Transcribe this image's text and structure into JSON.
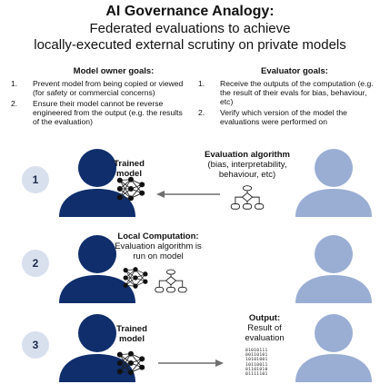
{
  "title": {
    "line1": "AI Governance Analogy:",
    "line2": "Federated evaluations to achieve",
    "line3": "locally-executed external scrutiny on private models"
  },
  "owner_goals": {
    "heading": "Model owner goals:",
    "items": [
      "Prevent model from being copied or viewed (for safety or commercial concerns)",
      "Ensure their model cannot be reverse engineered from the output (e.g. the results of the evaluation)"
    ]
  },
  "evaluator_goals": {
    "heading": "Evaluator goals:",
    "items": [
      "Receive the outputs of the computation (e.g. the result of their evals for bias, behaviour, etc)",
      "Verify which version of the model the evaluations were performed on"
    ]
  },
  "steps": [
    {
      "number": "1",
      "left_label": "Trained model",
      "right_title": "Evaluation algorithm",
      "right_sub": "(bias, interpretability, behaviour, etc)"
    },
    {
      "number": "2",
      "center_title": "Local Computation:",
      "center_sub": "Evaluation algorithm is run on model"
    },
    {
      "number": "3",
      "left_label": "Trained model",
      "right_title": "Output:",
      "right_sub": "Result of evaluation",
      "binary_lines": [
        "01010111",
        "00110101",
        "10101001",
        "10110011",
        "01101010",
        "01111101"
      ]
    }
  ],
  "colors": {
    "owner_person": "#0f2e6b",
    "evaluator_person": "#9aaed3",
    "step_circle": "#d8e0ee",
    "arrow": "#6f6f6f"
  },
  "icons": {
    "network": "neural-network-icon",
    "algorithm": "flowchart-icon",
    "binary": "binary-data-icon"
  }
}
